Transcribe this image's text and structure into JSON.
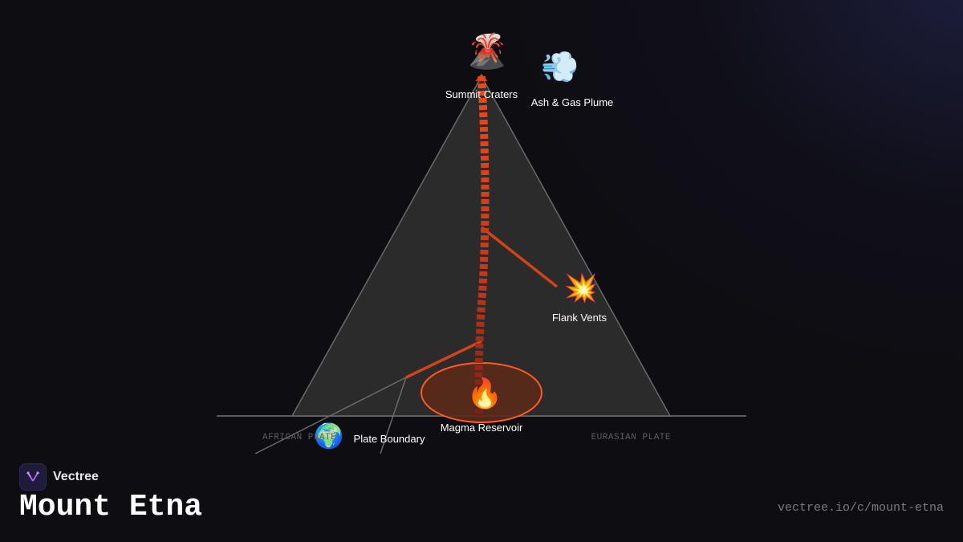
{
  "brand": {
    "name": "Vectree",
    "logo_icon": "vectree-logo-icon"
  },
  "title": "Mount Etna",
  "url": "vectree.io/c/mount-etna",
  "labels": {
    "summit": "Summit Craters",
    "plume": "Ash & Gas Plume",
    "flank": "Flank Vents",
    "reservoir": "Magma Reservoir",
    "plate_boundary": "Plate Boundary",
    "african_plate": "AFRICAN PLATE",
    "eurasian_plate": "EURASIAN PLATE"
  },
  "icons": {
    "summit": "🌋",
    "plume": "💨",
    "flank": "💥",
    "reservoir": "🔥",
    "plate_boundary": "🌍"
  },
  "colors": {
    "background": "#0e0d12",
    "mountain": "#2b2b2b",
    "conduit": "#e0401a",
    "branch": "#d24418",
    "reservoir_fill": "#5a2a1a",
    "reservoir_stroke": "#ff5a1f",
    "ground": "#555555"
  }
}
